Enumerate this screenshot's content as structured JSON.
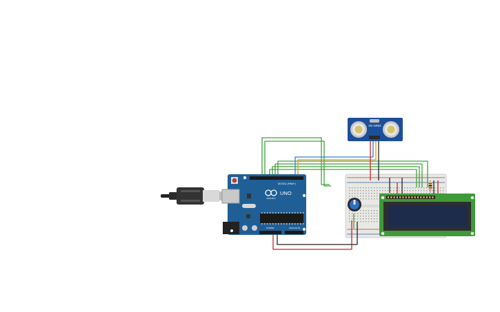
{
  "arduino": {
    "brand": "UNO",
    "maker_logo": "ARDUINO",
    "header_label_digital": "DIGITAL (PWM~)",
    "header_label_power": "POWER",
    "header_label_analog": "ANALOG IN",
    "board_color": "#1f5f96"
  },
  "sensor": {
    "model_label": "HC-SR04",
    "board_color": "#1c4f9a"
  },
  "lcd": {
    "pcb_color": "#3f9a3a",
    "screen_color": "#1d2c4a"
  },
  "wire_colors": {
    "green": "#3ea23a",
    "red": "#d02020",
    "black": "#222222",
    "blue": "#2e7fd0",
    "orange": "#f08a1a"
  },
  "icons": {
    "usb_plug": "usb-cable-icon",
    "potentiometer": "potentiometer-icon",
    "resistor": "resistor-icon"
  }
}
